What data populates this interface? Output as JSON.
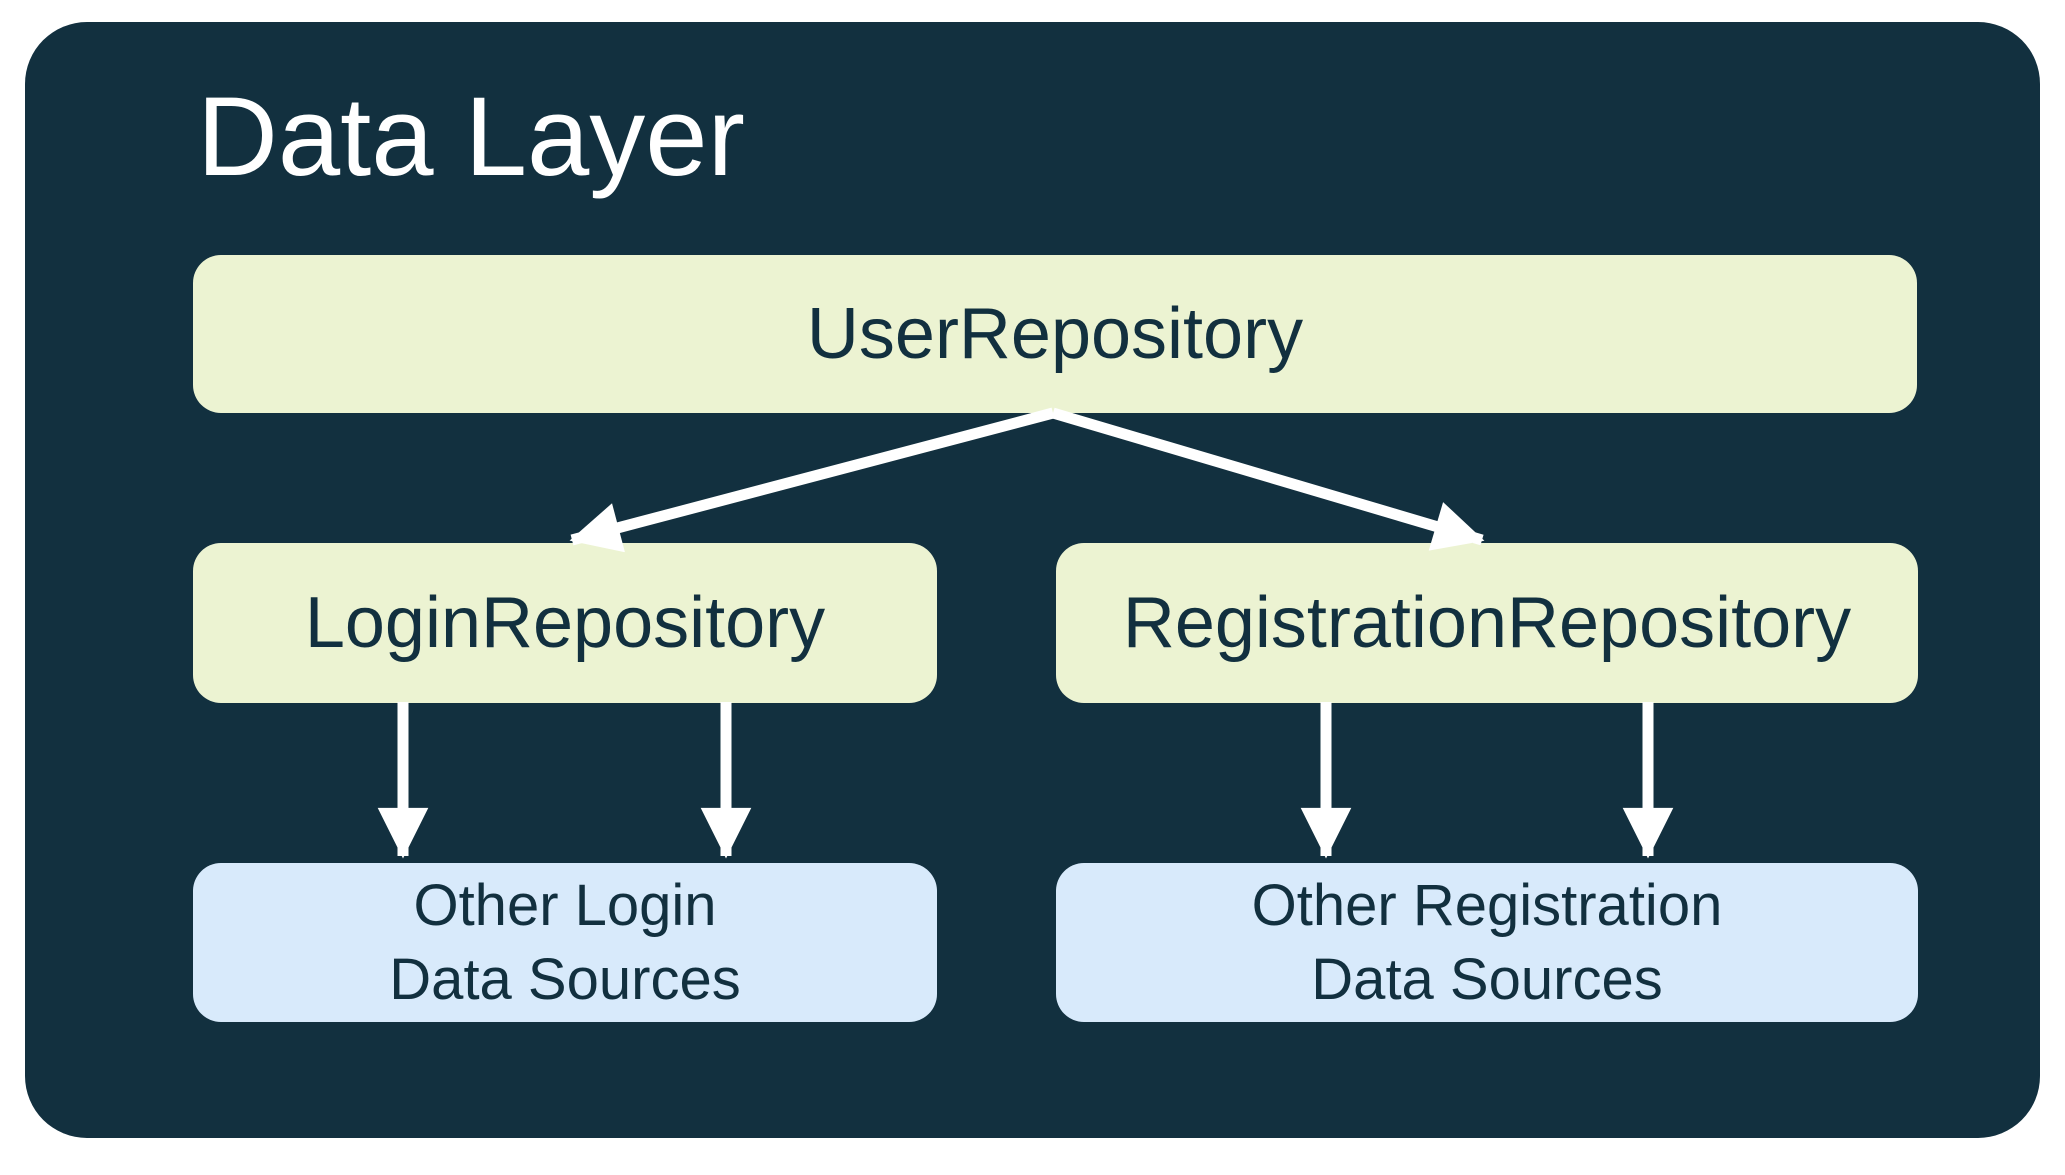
{
  "title": "Data Layer",
  "colors": {
    "page_background": "#FFFFFF",
    "container_background": "#12303F",
    "repository_box": "#ECF3D2",
    "data_source_box": "#D8EAFB",
    "box_text": "#12303F",
    "title_text": "#FFFFFF",
    "arrow": "#FFFFFF"
  },
  "nodes": {
    "user_repository": {
      "label": "UserRepository"
    },
    "login_repository": {
      "label": "LoginRepository"
    },
    "registration_repository": {
      "label": "RegistrationRepository"
    },
    "other_login_data_sources": {
      "line1": "Other Login",
      "line2": "Data Sources"
    },
    "other_registration_data_sources": {
      "line1": "Other Registration",
      "line2": "Data Sources"
    }
  },
  "edges": [
    {
      "from": "user_repository",
      "to": "login_repository"
    },
    {
      "from": "user_repository",
      "to": "registration_repository"
    },
    {
      "from": "login_repository",
      "to": "other_login_data_sources",
      "count": 2
    },
    {
      "from": "registration_repository",
      "to": "other_registration_data_sources",
      "count": 2
    }
  ]
}
